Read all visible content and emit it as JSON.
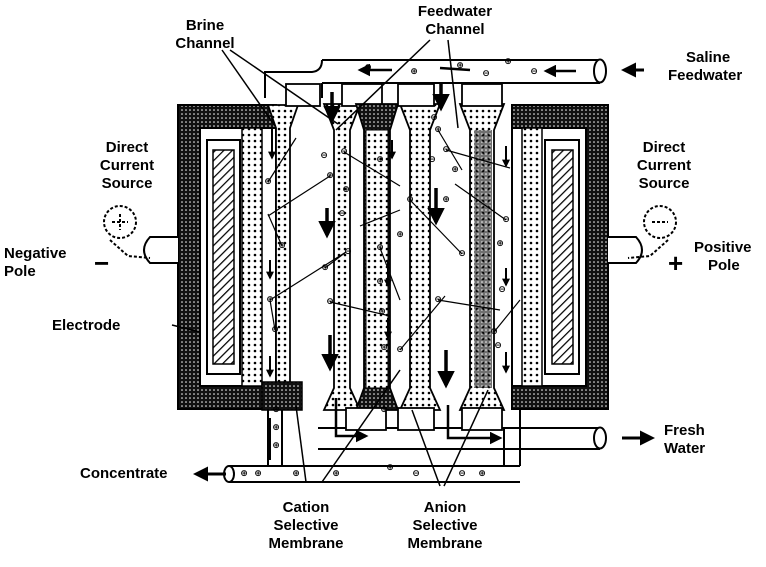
{
  "labels": {
    "brine_channel": [
      "Brine",
      "Channel"
    ],
    "feedwater_channel": [
      "Feedwater",
      "Channel"
    ],
    "saline_feedwater": [
      "Saline",
      "Feedwater"
    ],
    "dc_source_left": [
      "Direct",
      "Current",
      "Source"
    ],
    "dc_source_right": [
      "Direct",
      "Current",
      "Source"
    ],
    "negative_pole": [
      "Negative",
      "Pole"
    ],
    "positive_pole": [
      "Positive",
      "Pole"
    ],
    "negative_sign": "−",
    "positive_sign": "+",
    "electrode": "Electrode",
    "fresh_water": [
      "Fresh",
      "Water"
    ],
    "concentrate": "Concentrate",
    "cation_membrane": [
      "Cation",
      "Selective",
      "Membrane"
    ],
    "anion_membrane": [
      "Anion",
      "Selective",
      "Membrane"
    ]
  },
  "ion_symbols": {
    "cation": "⊕",
    "anion": "⊖"
  },
  "colors": {
    "ink": "#000000",
    "paper": "#ffffff",
    "membrane_fill": "#e8e8e8"
  }
}
